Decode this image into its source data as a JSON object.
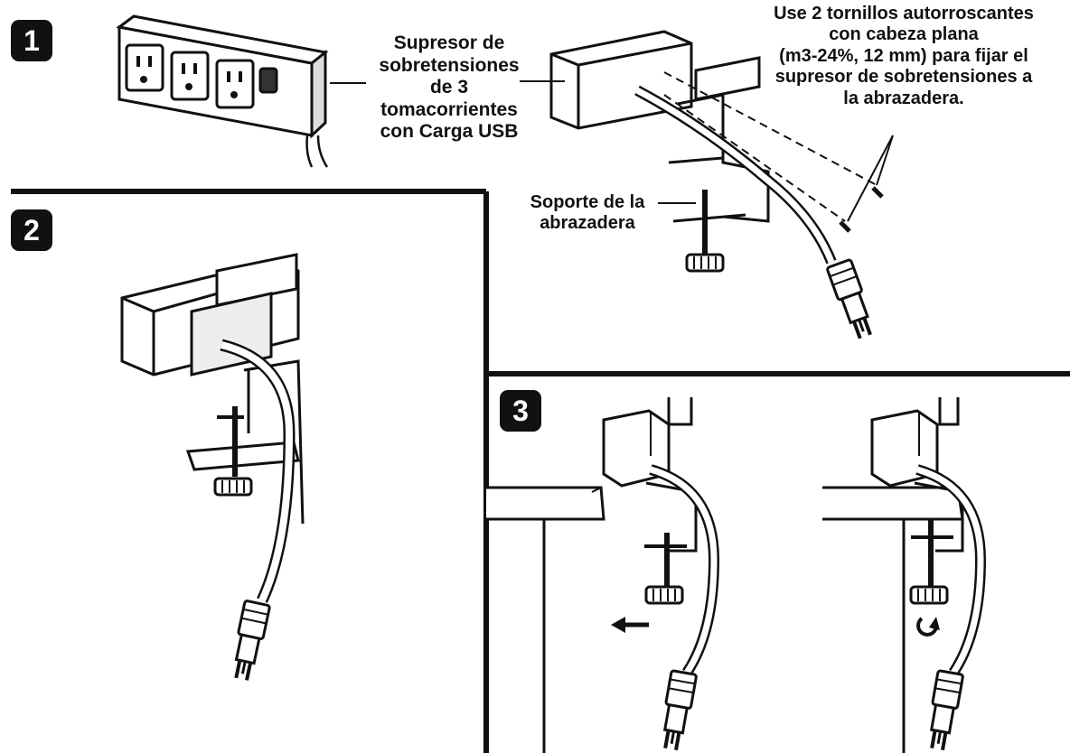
{
  "steps": {
    "step1": "1",
    "step2": "2",
    "step3": "3"
  },
  "labels": {
    "surge_lines": [
      "Supresor de",
      "sobretensiones",
      "de 3",
      "tomacorrientes",
      "con Carga USB"
    ],
    "screw_lines": [
      "Use 2 tornillos autorroscantes",
      "con cabeza plana",
      "(m3-24%, 12 mm) para fijar el",
      "supresor de sobretensiones a",
      "la abrazadera."
    ],
    "bracket_lines": [
      "Soporte de la",
      "abrazadera"
    ]
  },
  "colors": {
    "ink": "#111111",
    "panel_fill": "#ffffff",
    "shade": "#3a3a3a"
  },
  "icons": {
    "push_arrow": "arrow-left-icon",
    "rotate": "rotate-icon"
  }
}
